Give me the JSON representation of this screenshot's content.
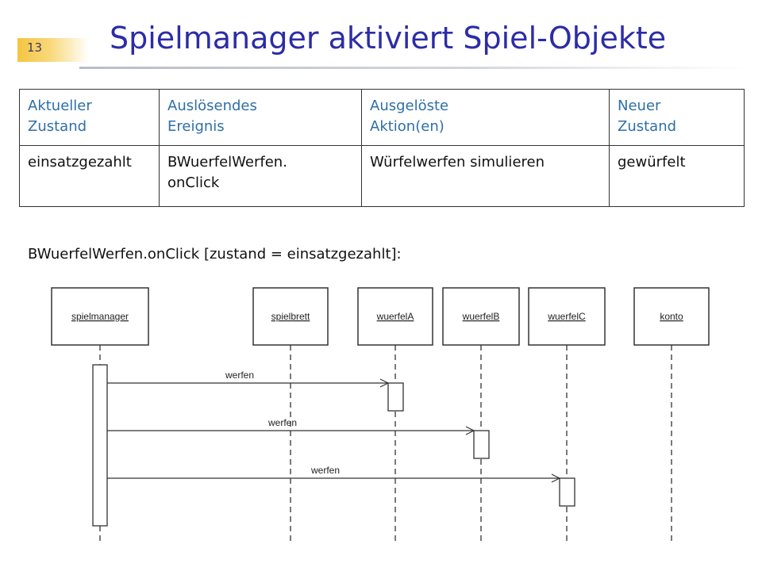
{
  "slide": {
    "number": "13",
    "title": "Spielmanager aktiviert Spiel-Objekte"
  },
  "table": {
    "headers": [
      "Aktueller\nZustand",
      "Auslösendes\nEreignis",
      "Ausgelöste\nAktion(en)",
      "Neuer\nZustand"
    ],
    "row": [
      "einsatzgezahlt",
      "BWuerfelWerfen.\nonClick",
      "Würfelwerfen simulieren",
      "gewürfelt"
    ],
    "colors": {
      "header_text": "#2e6fa8",
      "body_text": "#111111",
      "border": "#333333"
    }
  },
  "subheading": "BWuerfelWerfen.onClick [zustand = einsatzgezahlt]:",
  "sequence_diagram": {
    "lifelines": [
      "spielmanager",
      "spielbrett",
      "wuerfelA",
      "wuerfelB",
      "wuerfelC",
      "konto"
    ],
    "messages": [
      {
        "label": "werfen",
        "from": "spielmanager",
        "to": "wuerfelA"
      },
      {
        "label": "werfen",
        "from": "spielmanager",
        "to": "wuerfelB"
      },
      {
        "label": "werfen",
        "from": "spielmanager",
        "to": "wuerfelC"
      }
    ],
    "colors": {
      "lines": "#333333",
      "text": "#222222"
    }
  }
}
